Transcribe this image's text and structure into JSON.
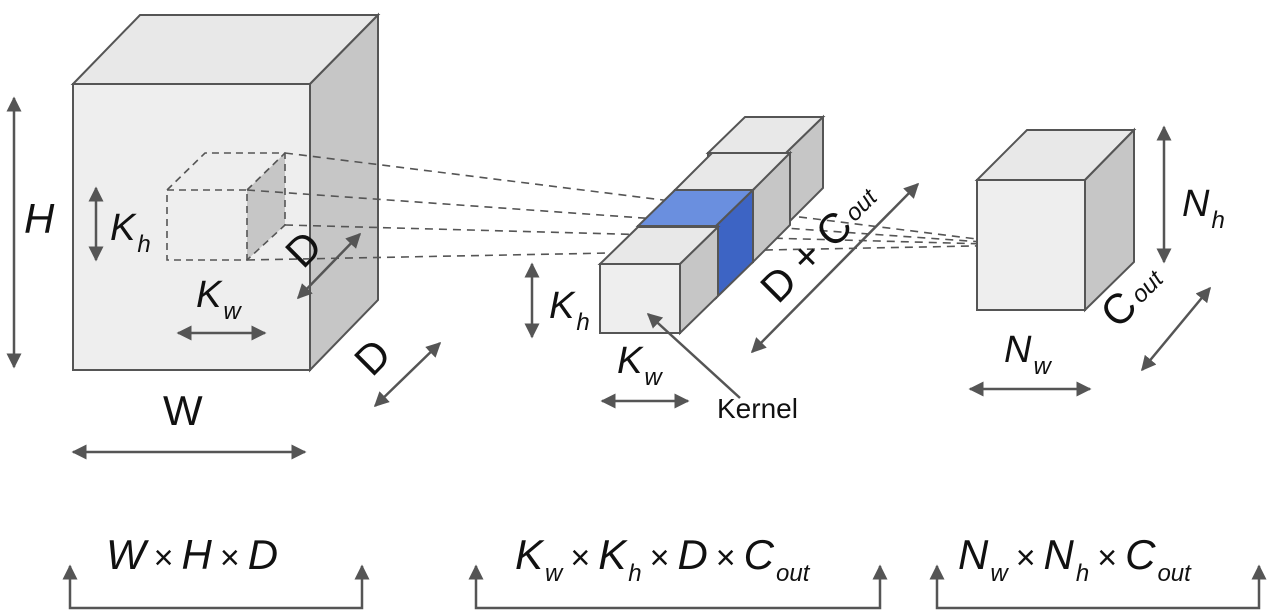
{
  "labels": {
    "input_height": "H",
    "input_width": "W",
    "input_depth": "D",
    "window_height": "K",
    "window_height_sub": "h",
    "window_width": "K",
    "window_width_sub": "w",
    "window_depth": "D",
    "kernel_height": "K",
    "kernel_height_sub": "h",
    "kernel_width": "K",
    "kernel_width_sub": "w",
    "kernel_depth": "D + C",
    "kernel_depth_sub": "out",
    "kernel_caption": "Kernel",
    "output_height": "N",
    "output_height_sub": "h",
    "output_width": "N",
    "output_width_sub": "w",
    "output_depth": "C",
    "output_depth_sub": "out"
  },
  "formulas": {
    "input": {
      "w": "W",
      "x1": "×",
      "h": "H",
      "x2": "×",
      "d": "D"
    },
    "kernel": {
      "kw": "K",
      "kw_sub": "w",
      "x1": "×",
      "kh": "K",
      "kh_sub": "h",
      "x2": "×",
      "d": "D",
      "x3": "×",
      "c": "C",
      "c_sub": "out"
    },
    "output": {
      "nw": "N",
      "nw_sub": "w",
      "x1": "×",
      "nh": "N",
      "nh_sub": "h",
      "x2": "×",
      "c": "C",
      "c_sub": "out"
    }
  },
  "colors": {
    "face_front": "#eeeeee",
    "face_side": "#c4c4c4",
    "face_top": "#e8e8e8",
    "stroke": "#555555",
    "highlight_top": "#6a8fdf",
    "highlight_side": "#3d64c4",
    "arrow": "#555555"
  }
}
